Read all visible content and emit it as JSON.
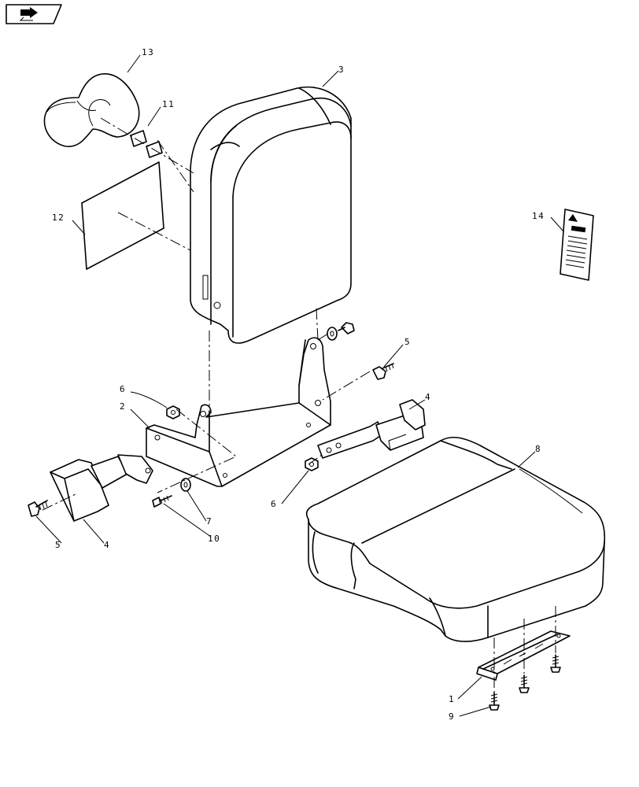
{
  "nav": {
    "icon": "next-page-arrow-icon"
  },
  "callouts": [
    {
      "id": "c13",
      "label": "13"
    },
    {
      "id": "c11",
      "label": "11"
    },
    {
      "id": "c3",
      "label": "3"
    },
    {
      "id": "c12",
      "label": "12"
    },
    {
      "id": "c14",
      "label": "14"
    },
    {
      "id": "c5a",
      "label": "5"
    },
    {
      "id": "c6a",
      "label": "6"
    },
    {
      "id": "c2",
      "label": "2"
    },
    {
      "id": "c4a",
      "label": "4"
    },
    {
      "id": "c8",
      "label": "8"
    },
    {
      "id": "c6b",
      "label": "6"
    },
    {
      "id": "c7",
      "label": "7"
    },
    {
      "id": "c10",
      "label": "10"
    },
    {
      "id": "c5b",
      "label": "5"
    },
    {
      "id": "c4b",
      "label": "4"
    },
    {
      "id": "c1",
      "label": "1"
    },
    {
      "id": "c9",
      "label": "9"
    }
  ]
}
